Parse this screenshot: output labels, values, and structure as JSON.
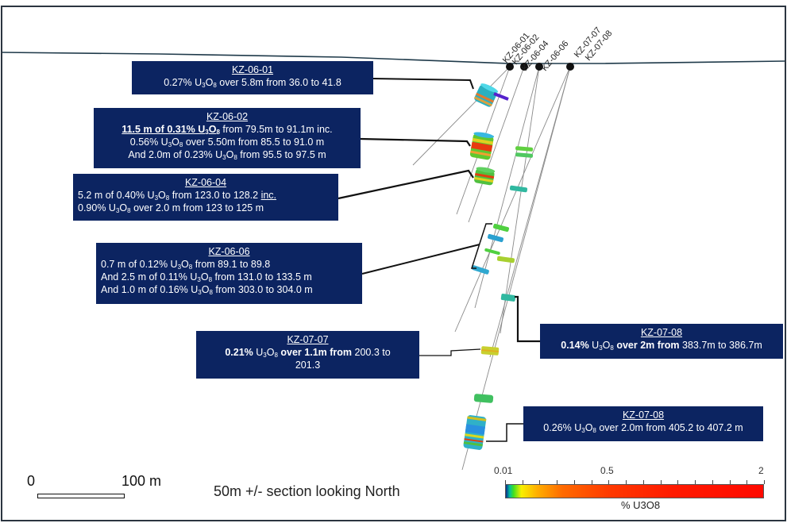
{
  "figure": {
    "type": "drill cross-section",
    "scale_bar": {
      "start_label": "0",
      "end_label": "100 m"
    },
    "section_note": "50m +/- section looking North"
  },
  "collars": [
    {
      "id": "KZ-06-01"
    },
    {
      "id": "KZ-06-02"
    },
    {
      "id": "KZ-06-04"
    },
    {
      "id": "KZ-06-06"
    },
    {
      "id": "KZ-07-07"
    },
    {
      "id": "KZ-07-08"
    }
  ],
  "callouts": {
    "kz0601": {
      "title": "KZ-06-01",
      "lines": [
        {
          "a": "0.27% U",
          "b": "3",
          "c": "O",
          "d": "8",
          "e": " over 5.8m from 36.0 to 41.8"
        }
      ]
    },
    "kz0602": {
      "title": "KZ-06-02",
      "line1_bold": "11.5 m of 0.31% U",
      "line1_rest": " from 79.5m to 91.1m inc.",
      "line2_pre": "0.56% U",
      "line2_post": " over 5.50m from 85.5 to 91.0 m",
      "line3_pre": "And 2.0m of  0.23% U",
      "line3_post": " from 95.5 to 97.5 m"
    },
    "kz0604": {
      "title": "KZ-06-04",
      "line1_pre": "5.2 m of 0.40% U",
      "line1_post": "  from 123.0 to 128.2 ",
      "line1_inc": "inc.",
      "line2_pre": "0.90% U",
      "line2_post": " over 2.0 m from 123 to 125 m"
    },
    "kz0606": {
      "title": "KZ-06-06",
      "line1_pre": "0.7 m of 0.12% U",
      "line1_post": "  from 89.1 to 89.8",
      "line2_pre": "And 2.5 m of 0.11% U",
      "line2_post": " from 131.0 to 133.5 m",
      "line3_pre": "And 1.0 m of 0.16% U",
      "line3_post": " from 303.0 to 304.0 m"
    },
    "kz0707": {
      "title": "KZ-07-07",
      "line1_bold1": "0.21%",
      "line1_pre": " U",
      "line1_bold2": " over 1.1m from",
      "line1_post": " 200.3 to",
      "line2": "201.3"
    },
    "kz0708a": {
      "title": "KZ-07-08",
      "bold1": "0.14%",
      "pre": " U",
      "bold2": " over 2m from",
      "post": " 383.7m to 386.7m"
    },
    "kz0708b": {
      "title": "KZ-07-08",
      "pre": "0.26% U",
      "post": " over 2.0m from 405.2 to 407.2 m"
    }
  },
  "subscripts": {
    "three": "3",
    "o": "O",
    "eight": "8"
  },
  "legend": {
    "min_label": "0.01",
    "mid_label": "0.5",
    "max_label": "2",
    "unit_label": "% U3O8",
    "colors": {
      "low": "#00c0a0",
      "mid": "#f8f000",
      "high": "#ff0a00"
    }
  },
  "colors": {
    "callout_bg": "#0c2461",
    "ground_line": "#1f3a4a",
    "frame": "#2b3540"
  }
}
